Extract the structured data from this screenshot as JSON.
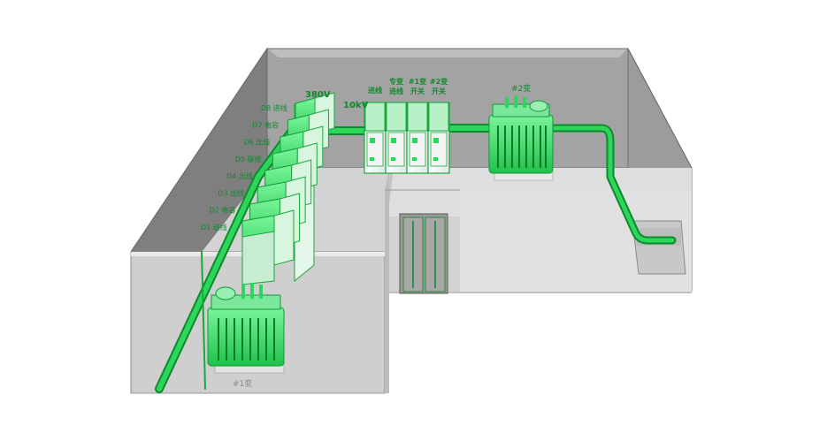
{
  "voltage_low": "380V",
  "voltage_high": "10kV",
  "low_voltage_feeders": [
    "D8 进线",
    "D7 电容",
    "D6 出线",
    "D5 联络",
    "D4 出线",
    "D3 出线",
    "D2 电容",
    "D1 进线"
  ],
  "high_voltage_cabinets": [
    [
      "进线"
    ],
    [
      "专变",
      "进线"
    ],
    [
      "#1变",
      "开关"
    ],
    [
      "#2变",
      "开关"
    ]
  ],
  "transformer_1": "#1变",
  "transformer_2": "#2变",
  "colors": {
    "accent_green": "#2bd65a",
    "dark_green_line": "#0d8a2c",
    "wall_gray": "#8e8e8e",
    "floor_gray": "#dcdcdc"
  }
}
